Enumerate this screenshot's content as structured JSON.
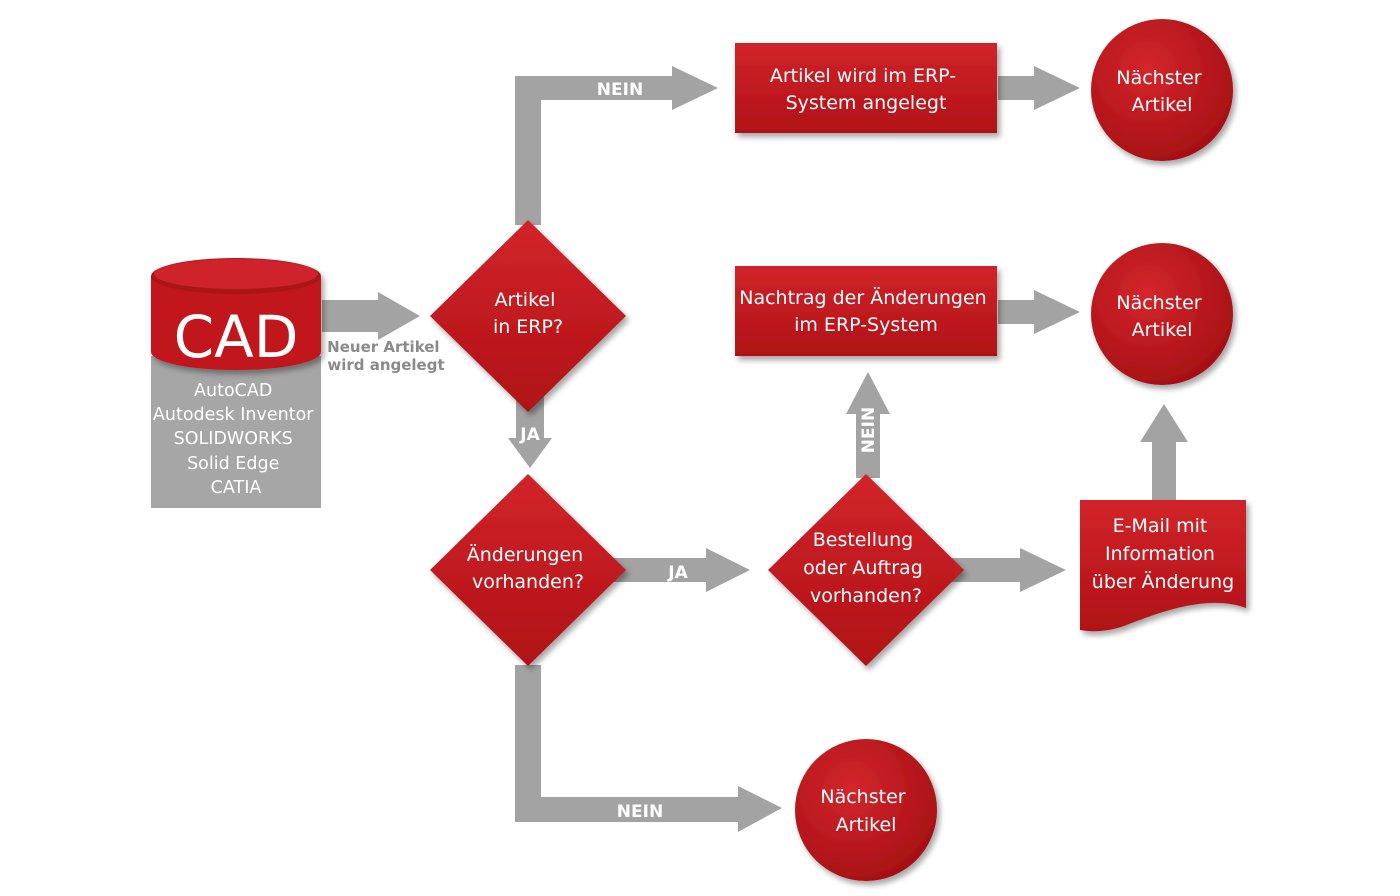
{
  "colors": {
    "node_red": "#c0171c",
    "node_red_dark": "#8e0f13",
    "arrow_gray": "#a3a3a3",
    "cad_gray": "#a6a6a6",
    "text_white": "#ffffff"
  },
  "cad": {
    "title": "CAD",
    "systems": [
      "AutoCAD",
      "Autodesk Inventor",
      "SOLIDWORKS",
      "Solid Edge",
      "CATIA"
    ]
  },
  "side_label": [
    "Neuer Artikel",
    "wird angelegt"
  ],
  "decisions": {
    "artikel_in_erp": [
      "Artikel",
      "in ERP?"
    ],
    "aenderungen": [
      "Änderungen",
      "vorhanden?"
    ],
    "bestellung": [
      "Bestellung",
      "oder Auftrag",
      "vorhanden?"
    ]
  },
  "processes": {
    "erp_angelegt": [
      "Artikel wird im ERP-",
      "System angelegt"
    ],
    "nachtrag": [
      "Nachtrag der Änderungen",
      "im ERP-System"
    ]
  },
  "document": {
    "email": [
      "E-Mail mit",
      "Information",
      "über Änderung"
    ]
  },
  "terminals": {
    "next_1": [
      "Nächster",
      "Artikel"
    ],
    "next_2": [
      "Nächster",
      "Artikel"
    ],
    "next_3": [
      "Nächster",
      "Artikel"
    ]
  },
  "edge_labels": {
    "nein_top": "NEIN",
    "ja_down": "JA",
    "ja_right": "JA",
    "nein_up": "NEIN",
    "nein_bottom": "NEIN"
  }
}
